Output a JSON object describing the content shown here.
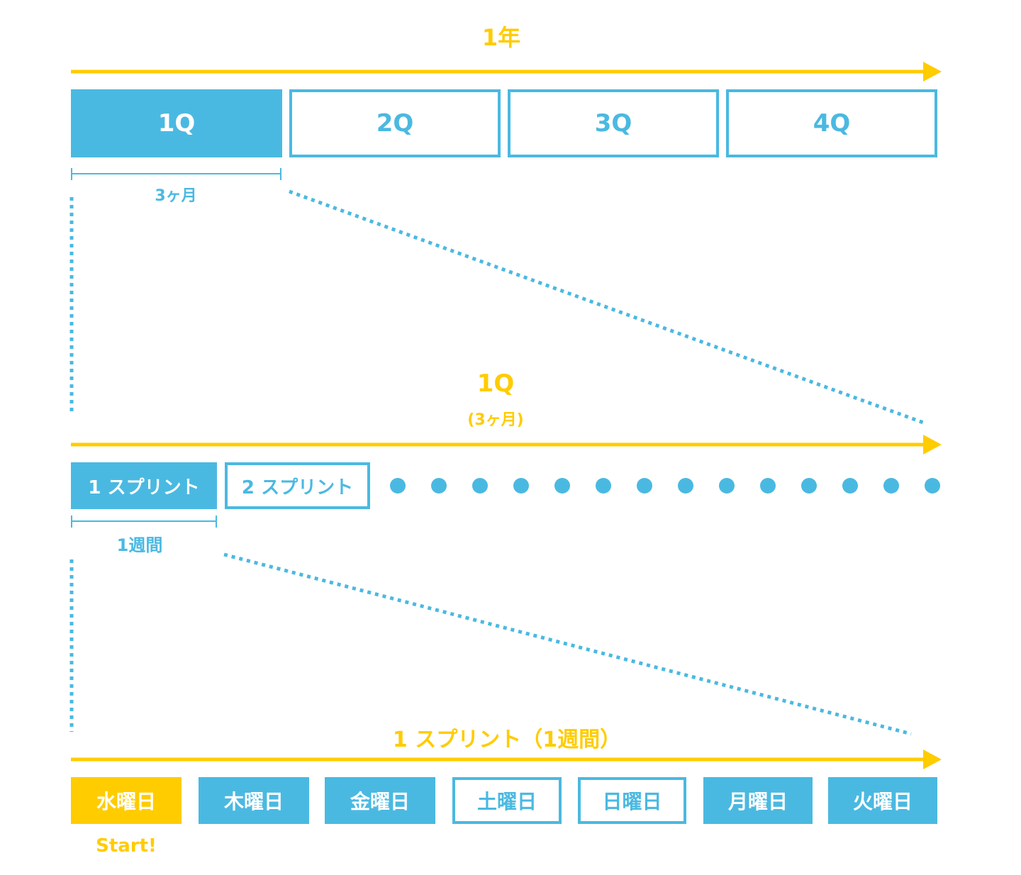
{
  "colors": {
    "blue": "#4AB9E1",
    "yellow": "#FFCC00"
  },
  "year": {
    "title": "1年",
    "quarters": [
      {
        "label": "1Q",
        "style": "filled"
      },
      {
        "label": "2Q",
        "style": "outline"
      },
      {
        "label": "3Q",
        "style": "outline"
      },
      {
        "label": "4Q",
        "style": "outline"
      }
    ],
    "span_label": "3ヶ月"
  },
  "quarter": {
    "title": "1Q",
    "subtitle": "(3ヶ月)",
    "sprints": [
      {
        "label": "1 スプリント",
        "style": "filled"
      },
      {
        "label": "2 スプリント",
        "style": "outline"
      }
    ],
    "remaining_sprint_dots": 14,
    "span_label": "1週間"
  },
  "sprint": {
    "title": "1 スプリント（1週間）",
    "days": [
      {
        "label": "水曜日",
        "style": "highlight"
      },
      {
        "label": "木曜日",
        "style": "filled"
      },
      {
        "label": "金曜日",
        "style": "filled"
      },
      {
        "label": "土曜日",
        "style": "outline"
      },
      {
        "label": "日曜日",
        "style": "outline"
      },
      {
        "label": "月曜日",
        "style": "filled"
      },
      {
        "label": "火曜日",
        "style": "filled"
      }
    ],
    "start_label": "Start!"
  }
}
